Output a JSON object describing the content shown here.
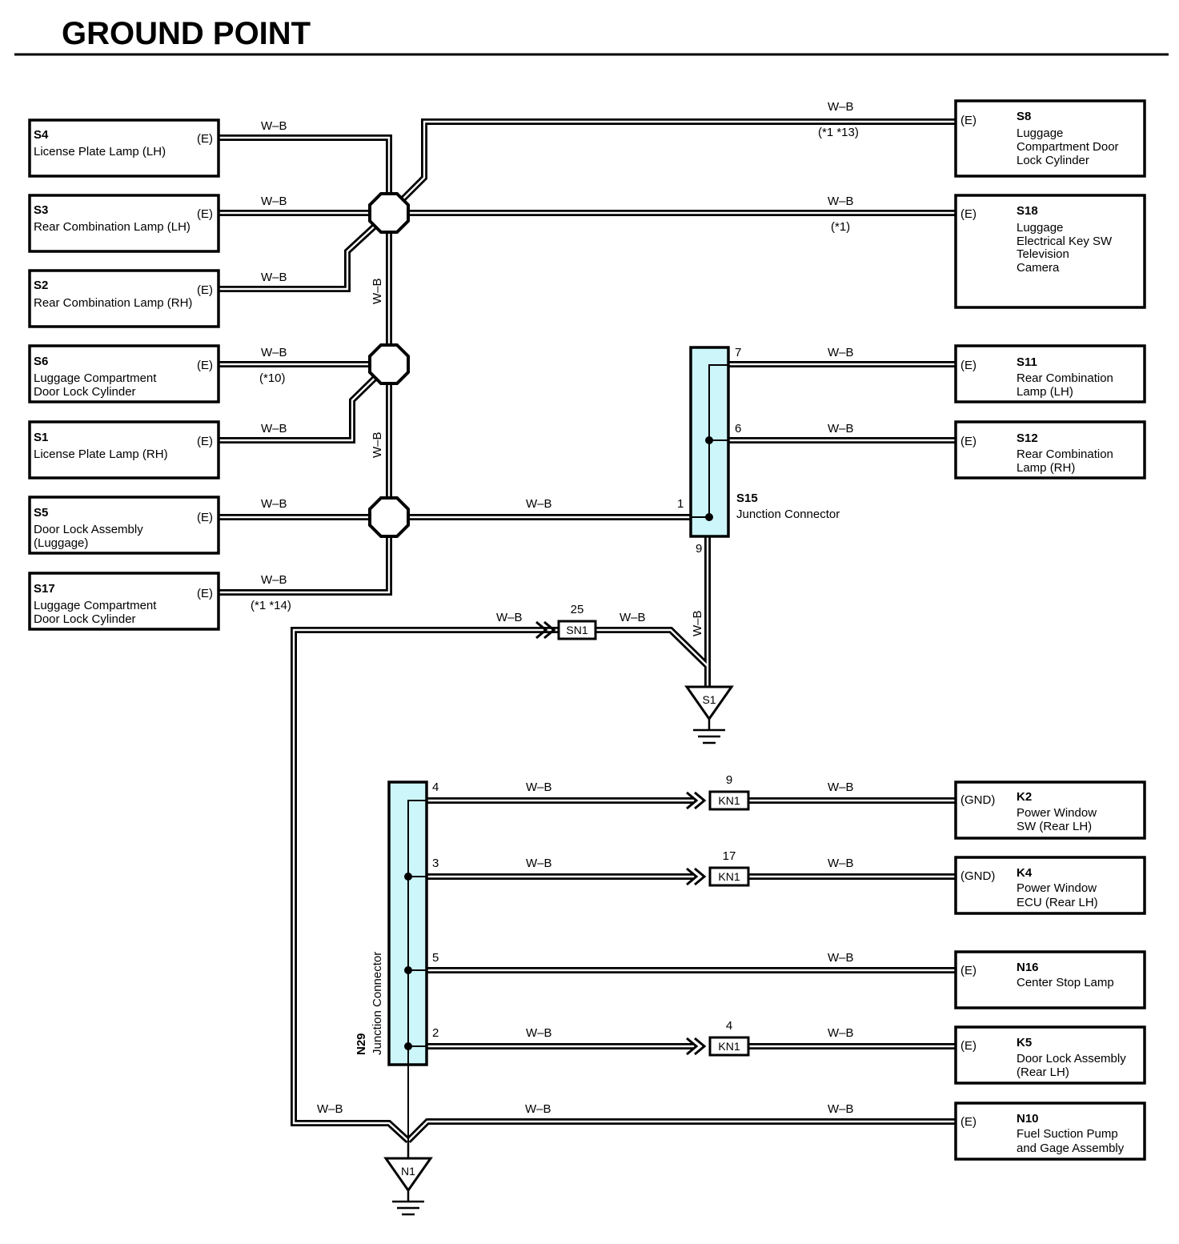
{
  "title": "GROUND POINT",
  "wire_color": "W–B",
  "left_components": [
    {
      "code": "S4",
      "name": [
        "License Plate Lamp (LH)"
      ],
      "terminal": "(E)",
      "wire_label": "W–B",
      "note": ""
    },
    {
      "code": "S3",
      "name": [
        "Rear Combination Lamp (LH)"
      ],
      "terminal": "(E)",
      "wire_label": "W–B",
      "note": ""
    },
    {
      "code": "S2",
      "name": [
        "Rear Combination Lamp (RH)"
      ],
      "terminal": "(E)",
      "wire_label": "W–B",
      "note": ""
    },
    {
      "code": "S6",
      "name": [
        "Luggage Compartment",
        "Door Lock Cylinder"
      ],
      "terminal": "(E)",
      "wire_label": "W–B",
      "note": "(*10)"
    },
    {
      "code": "S1",
      "name": [
        "License Plate Lamp (RH)"
      ],
      "terminal": "(E)",
      "wire_label": "W–B",
      "note": ""
    },
    {
      "code": "S5",
      "name": [
        "Door Lock Assembly",
        "(Luggage)"
      ],
      "terminal": "(E)",
      "wire_label": "W–B",
      "note": ""
    },
    {
      "code": "S17",
      "name": [
        "Luggage Compartment",
        "Door Lock Cylinder"
      ],
      "terminal": "(E)",
      "wire_label": "W–B",
      "note": "(*1 *14)"
    }
  ],
  "right_components": [
    {
      "code": "S8",
      "name": [
        "Luggage",
        "Compartment Door",
        "Lock Cylinder"
      ],
      "terminal": "(E)",
      "wire_label": "W–B",
      "note": "(*1 *13)",
      "pin": ""
    },
    {
      "code": "S18",
      "name": [
        "Luggage",
        "Electrical Key SW",
        "Television",
        "Camera"
      ],
      "terminal": "(E)",
      "wire_label": "W–B",
      "note": "(*1)",
      "pin": ""
    },
    {
      "code": "S11",
      "name": [
        "Rear Combination",
        "Lamp (LH)"
      ],
      "terminal": "(E)",
      "wire_label": "W–B",
      "note": "",
      "pin": "7"
    },
    {
      "code": "S12",
      "name": [
        "Rear Combination",
        "Lamp (RH)"
      ],
      "terminal": "(E)",
      "wire_label": "W–B",
      "note": "",
      "pin": "6"
    },
    {
      "code": "K2",
      "name": [
        "Power Window",
        "SW (Rear LH)"
      ],
      "terminal": "(GND)",
      "wire_label": "W–B",
      "note": "",
      "pin": "4"
    },
    {
      "code": "K4",
      "name": [
        "Power Window",
        "ECU (Rear LH)"
      ],
      "terminal": "(GND)",
      "wire_label": "W–B",
      "note": "",
      "pin": "3"
    },
    {
      "code": "N16",
      "name": [
        "Center Stop Lamp"
      ],
      "terminal": "(E)",
      "wire_label": "W–B",
      "note": "",
      "pin": "5"
    },
    {
      "code": "K5",
      "name": [
        "Door Lock Assembly",
        "(Rear LH)"
      ],
      "terminal": "(E)",
      "wire_label": "W–B",
      "note": "",
      "pin": "2"
    },
    {
      "code": "N10",
      "name": [
        "Fuel Suction Pump",
        "and Gage Assembly"
      ],
      "terminal": "(E)",
      "wire_label": "W–B",
      "note": "",
      "pin": ""
    }
  ],
  "junction_s15": {
    "code": "S15",
    "name": "Junction Connector",
    "pin_in": "1",
    "pin_out": "9",
    "wire_label_in": "W–B",
    "wire_label_out": "W–B"
  },
  "junction_n29": {
    "code": "N29",
    "name": "Junction Connector"
  },
  "connector_sn1": {
    "name": "SN1",
    "pin": "25",
    "wire_label_left": "W–B",
    "wire_label_right": "W–B"
  },
  "connector_kn1": [
    {
      "name": "KN1",
      "pin": "9",
      "wire_label": "W–B"
    },
    {
      "name": "KN1",
      "pin": "17",
      "wire_label": "W–B"
    },
    {
      "name": "KN1",
      "pin": "4",
      "wire_label": "W–B"
    }
  ],
  "ground_s1": "S1",
  "ground_n1": "N1",
  "vertical_labels": [
    "W–B",
    "W–B"
  ],
  "lower_wire_labels": {
    "return_left": "W–B",
    "n10_mid": "W–B"
  }
}
